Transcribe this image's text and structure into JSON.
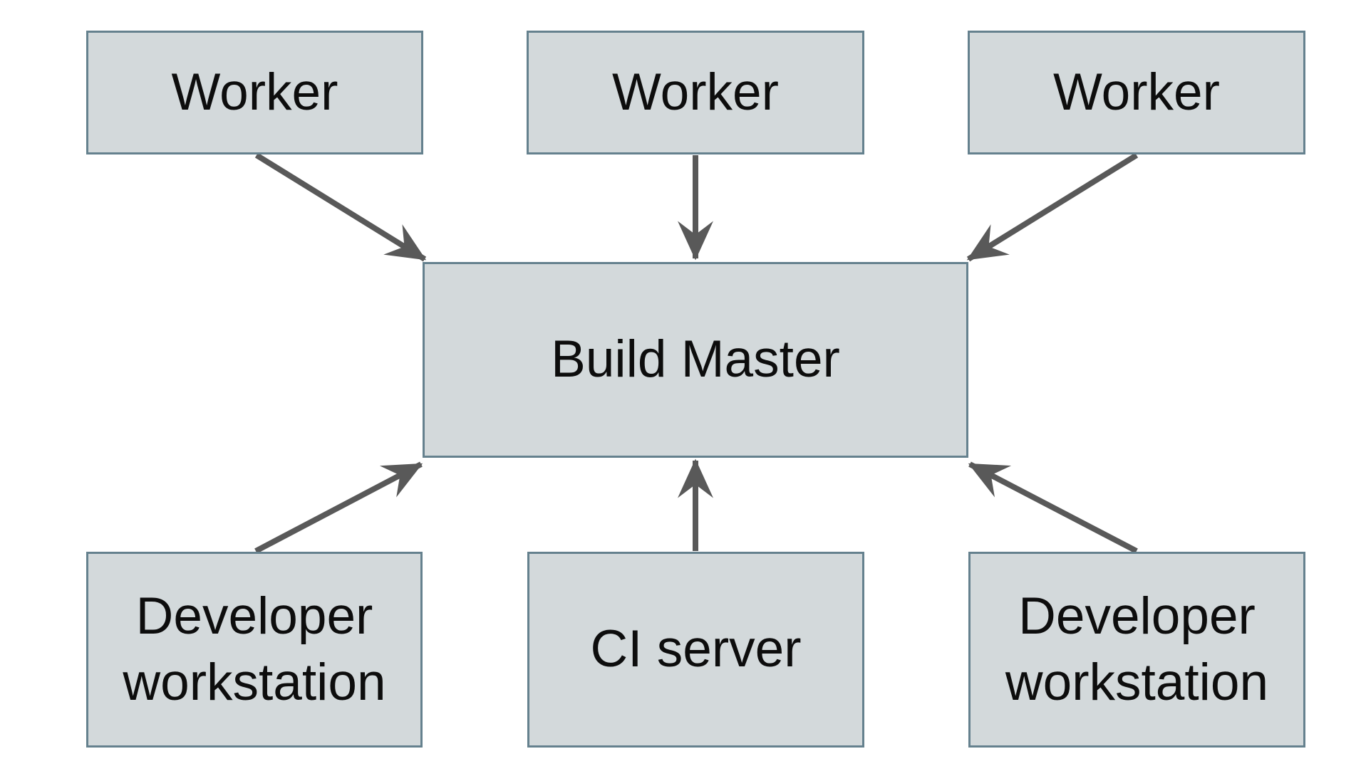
{
  "diagram": {
    "type": "node-edge-diagram",
    "colors": {
      "background": "#ffffff",
      "box_fill": "#d3d9db",
      "box_border": "#65818e",
      "arrow": "#595959",
      "text": "#0d0d0d"
    },
    "nodes": {
      "worker_left": {
        "label": "Worker"
      },
      "worker_center": {
        "label": "Worker"
      },
      "worker_right": {
        "label": "Worker"
      },
      "build_master": {
        "label": "Build Master"
      },
      "dev_workstation_left": {
        "label": "Developer workstation"
      },
      "ci_server": {
        "label": "CI server"
      },
      "dev_workstation_right": {
        "label": "Developer workstation"
      }
    },
    "edges": [
      {
        "from": "worker_left",
        "to": "build_master"
      },
      {
        "from": "worker_center",
        "to": "build_master"
      },
      {
        "from": "worker_right",
        "to": "build_master"
      },
      {
        "from": "dev_workstation_left",
        "to": "build_master"
      },
      {
        "from": "ci_server",
        "to": "build_master"
      },
      {
        "from": "dev_workstation_right",
        "to": "build_master"
      }
    ]
  }
}
